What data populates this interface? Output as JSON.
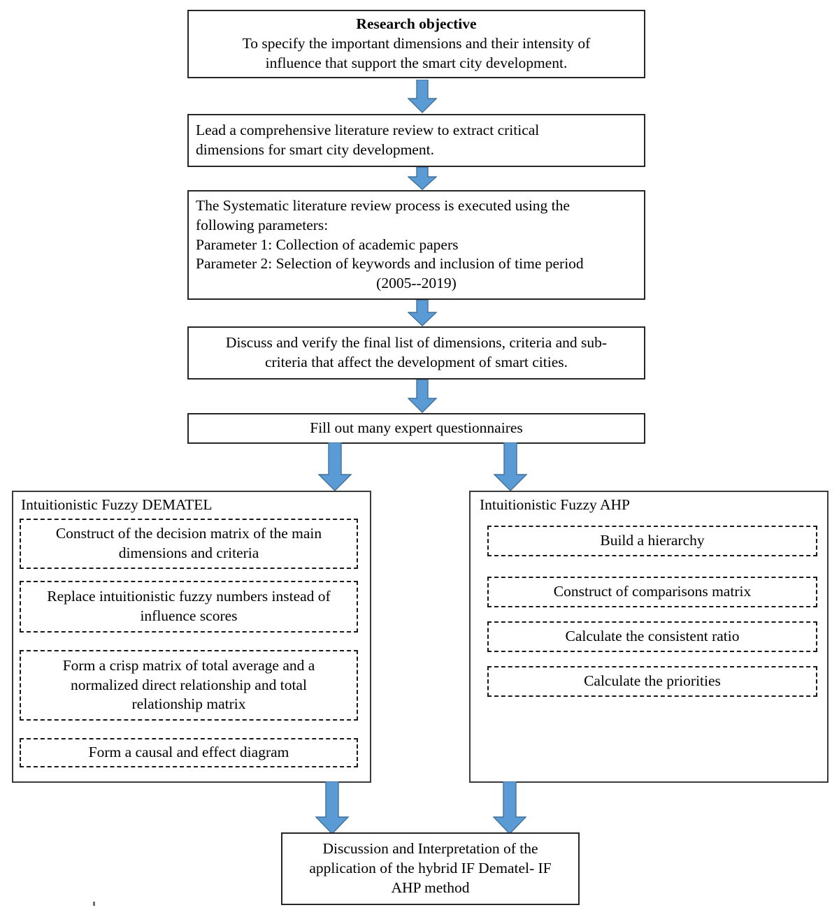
{
  "figure": {
    "type": "flowchart",
    "orientation": "top-to-bottom",
    "accent_color": "#5B9BD5",
    "accent_border_color": "#41719C",
    "box_border_color": "#262626"
  },
  "nodes": {
    "objective": {
      "heading": "Research objective",
      "body_line_1": "To specify the important dimensions and their intensity of",
      "body_line_2": "influence that support the smart city development."
    },
    "literature_review": {
      "line_1": "Lead a comprehensive literature review to extract critical",
      "line_2": "dimensions for smart city development."
    },
    "slr_parameters": {
      "line_1": "The Systematic literature review process is executed using the",
      "line_2": "following parameters:",
      "line_3": "Parameter 1: Collection of academic papers",
      "line_4": "Parameter 2: Selection of keywords and inclusion of time period",
      "line_5": "(2005--2019)"
    },
    "verify_list": {
      "line_1": "Discuss and verify the final list of dimensions, criteria and sub-",
      "line_2": "criteria that affect the development of smart cities."
    },
    "questionnaires": {
      "line_1": "Fill out many expert questionnaires"
    },
    "conclusion": {
      "line_1": "Discussion and Interpretation of the",
      "line_2": "application of the hybrid IF Dematel- IF",
      "line_3": "AHP method"
    }
  },
  "branches": {
    "dematel": {
      "label": "Intuitionistic Fuzzy DEMATEL",
      "steps": [
        {
          "line_1": "Construct of the decision matrix of the main",
          "line_2": "dimensions and criteria"
        },
        {
          "line_1": "Replace intuitionistic fuzzy numbers instead of",
          "line_2": "influence scores"
        },
        {
          "line_1": "Form a crisp matrix of total average and a",
          "line_2": "normalized direct relationship and total",
          "line_3": "relationship matrix"
        },
        {
          "line_1": "Form a causal and effect diagram"
        }
      ]
    },
    "ahp": {
      "label": "Intuitionistic Fuzzy AHP",
      "steps": [
        {
          "line_1": "Build a hierarchy"
        },
        {
          "line_1": "Construct of comparisons matrix"
        },
        {
          "line_1": "Calculate the consistent ratio"
        },
        {
          "line_1": "Calculate the priorities"
        }
      ]
    }
  },
  "arrows": [
    {
      "name": "arrow-objective-to-literature"
    },
    {
      "name": "arrow-literature-to-parameters"
    },
    {
      "name": "arrow-parameters-to-verify"
    },
    {
      "name": "arrow-verify-to-questionnaires"
    },
    {
      "name": "arrow-questionnaires-to-dematel"
    },
    {
      "name": "arrow-questionnaires-to-ahp"
    },
    {
      "name": "arrow-dematel-to-conclusion"
    },
    {
      "name": "arrow-ahp-to-conclusion"
    }
  ]
}
